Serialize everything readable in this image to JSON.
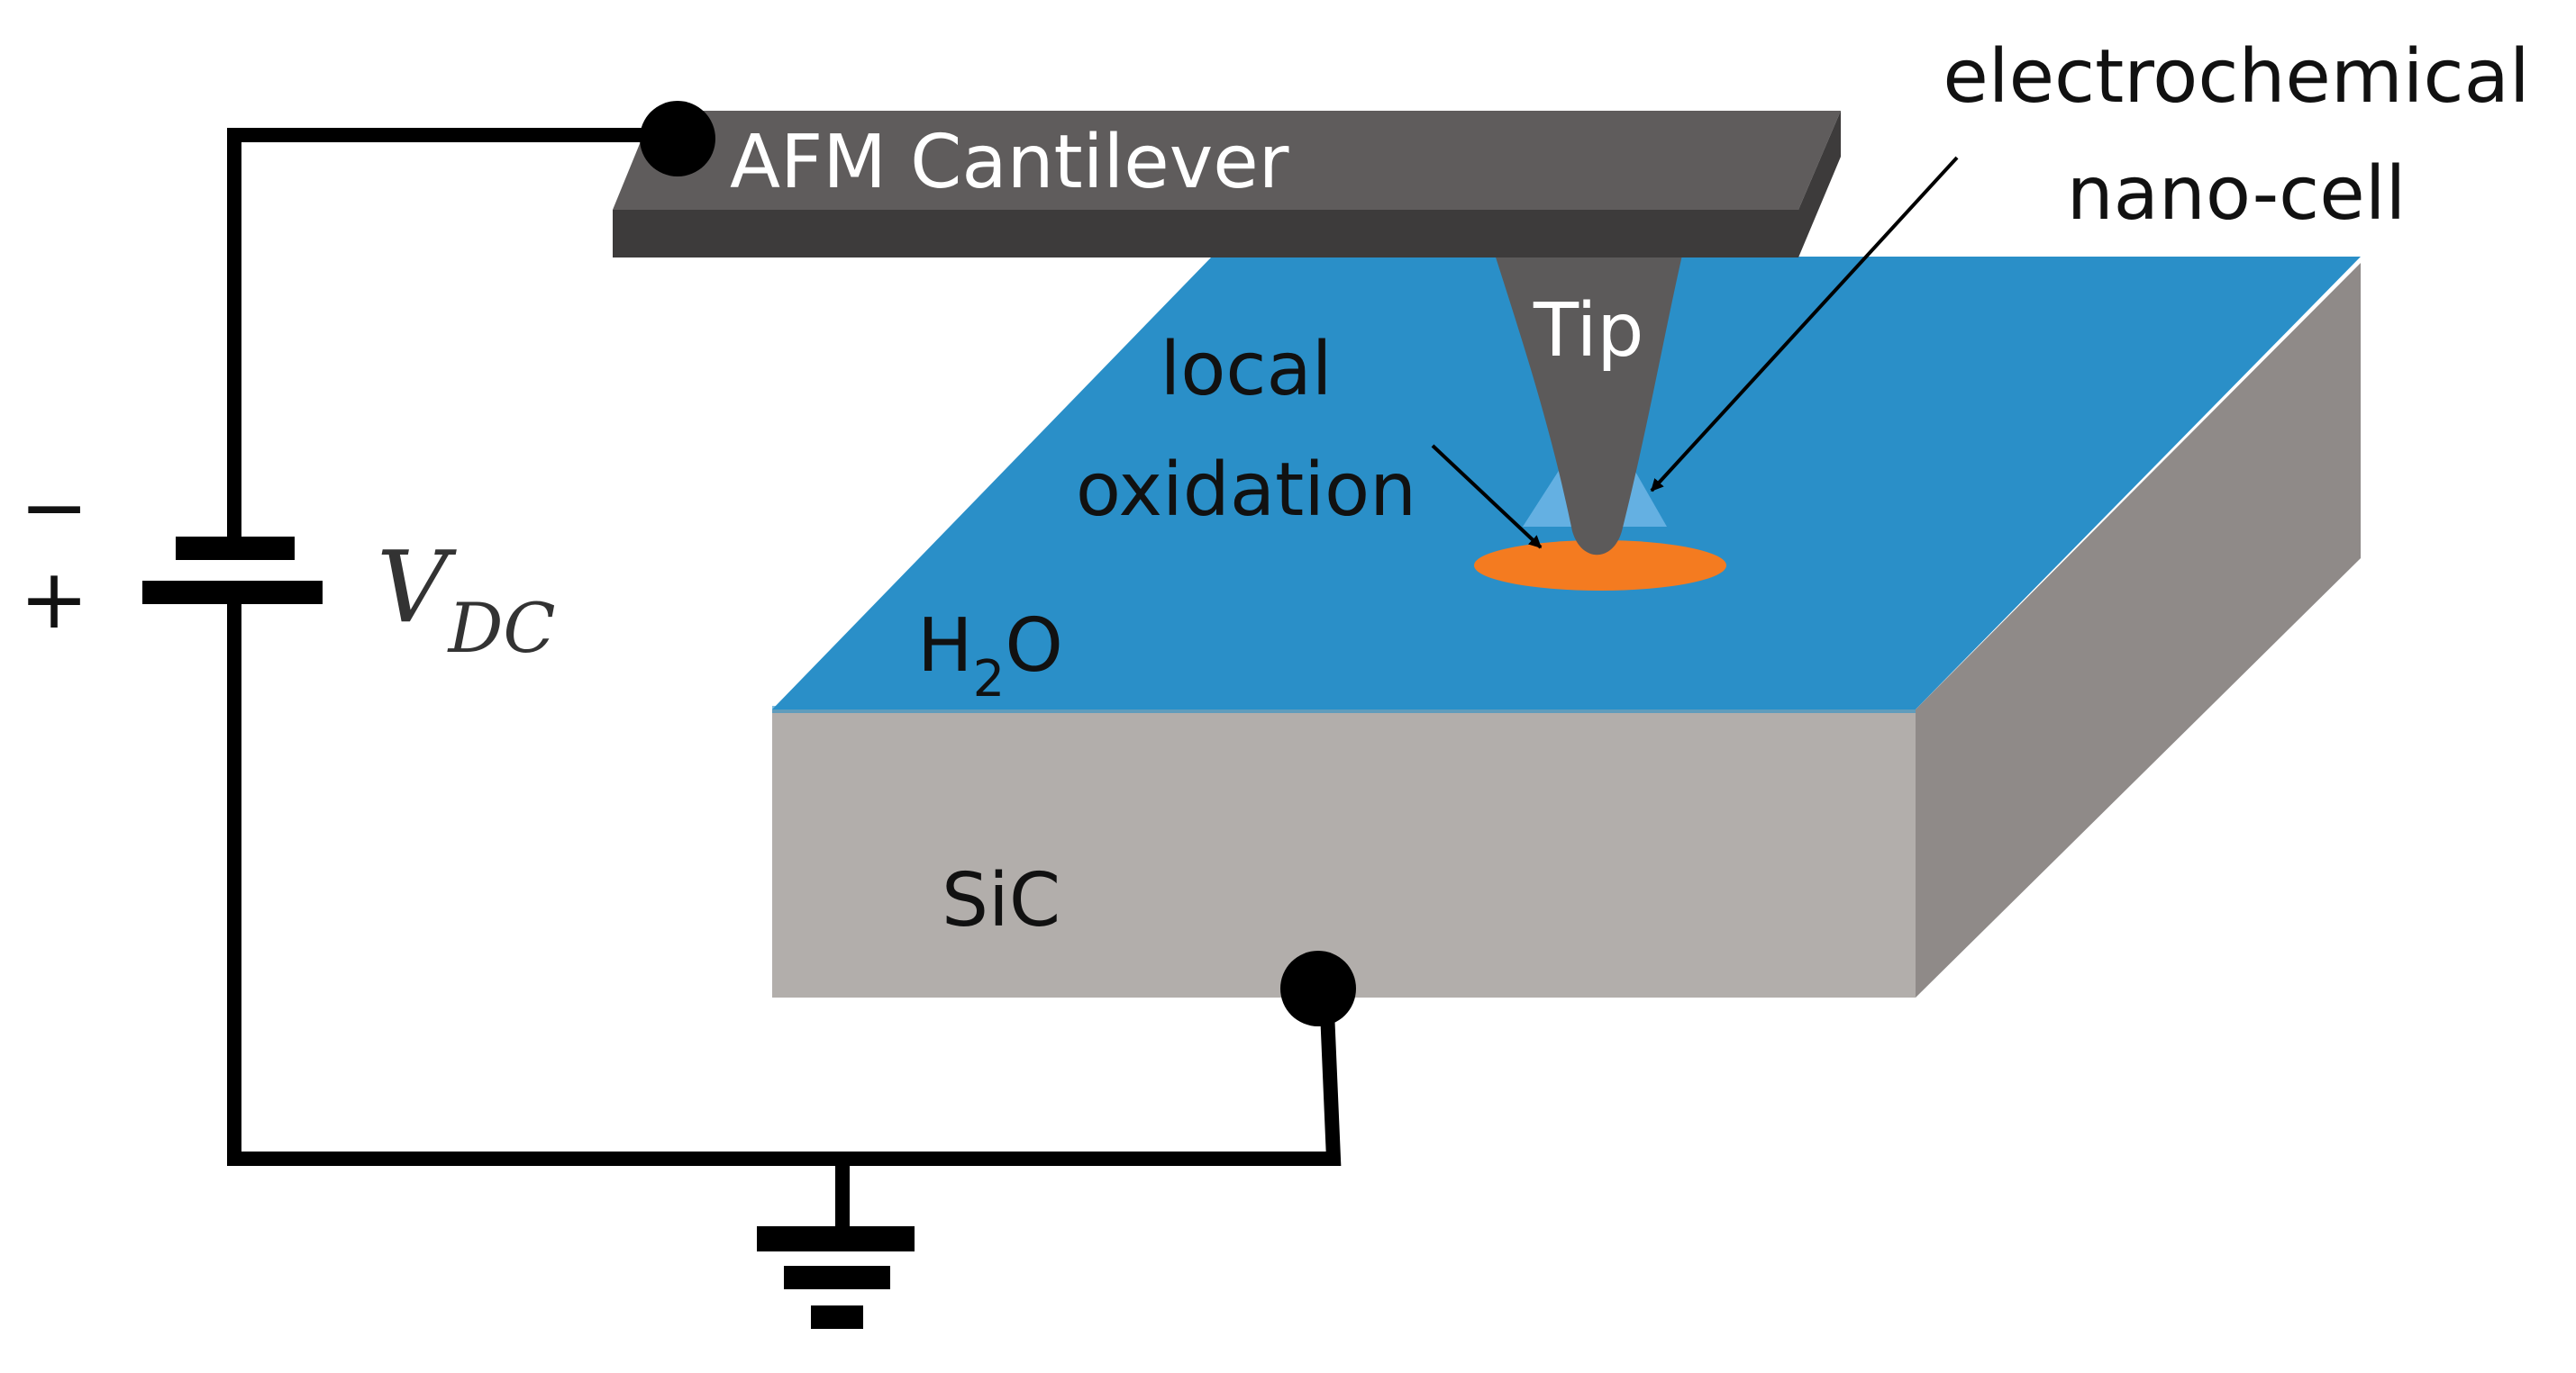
{
  "labels": {
    "cantilever": "AFM Cantilever",
    "tip": "Tip",
    "electrochemical_line1": "electrochemical",
    "electrochemical_line2": "nano-cell",
    "local_line1": "local",
    "local_line2": "oxidation",
    "water_main": "H",
    "water_sub": "2",
    "water_tail": "O",
    "substrate": "SiC",
    "voltage_main": "V",
    "voltage_sub": "DC",
    "minus": "−",
    "plus": "+"
  },
  "colors": {
    "water": "#2a8fc8",
    "substrate_front": "#b2aeab",
    "substrate_side": "#8f8a88",
    "cantilever_top": "#5f5c5c",
    "cantilever_front": "#3d3b3b",
    "tip": "#5c5a5a",
    "meniscus": "#6fb6e6",
    "oxide_spot": "#f47b20",
    "wire": "#000000",
    "text": "#111111",
    "voltage_text": "#333333"
  }
}
